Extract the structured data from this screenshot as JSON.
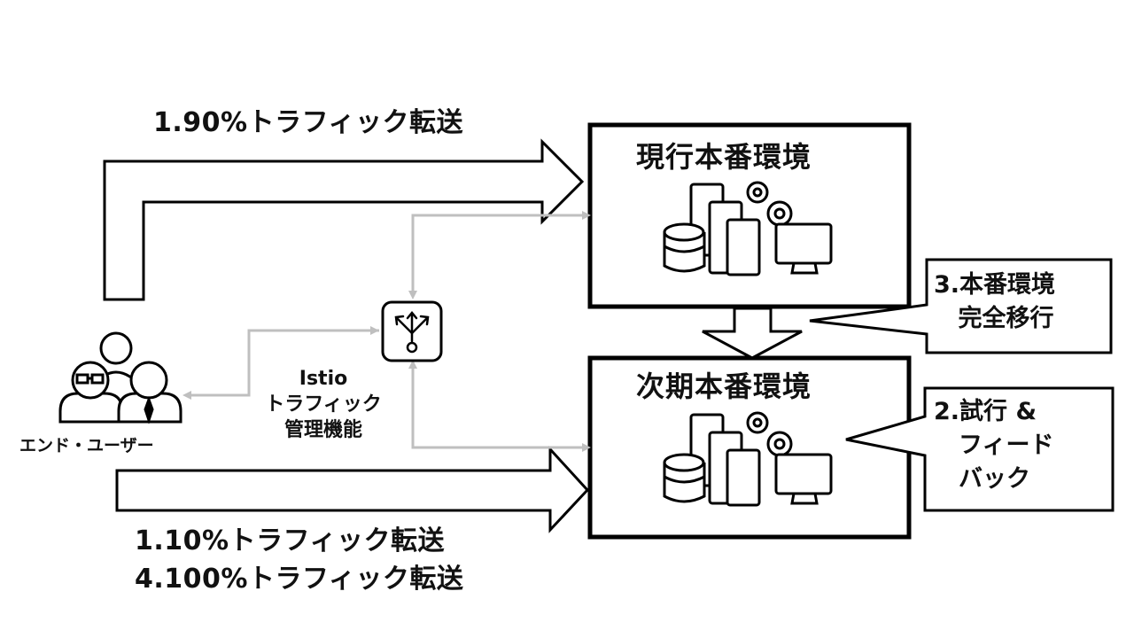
{
  "diagram": {
    "arrow_top_label": "1.90%トラフィック転送",
    "arrow_bottom_label_1": "1.10%トラフィック転送",
    "arrow_bottom_label_2": "4.100%トラフィック転送",
    "current_env_title": "現行本番環境",
    "next_env_title": "次期本番環境",
    "callout_migrate": [
      "3.本番環境",
      "完全移行"
    ],
    "callout_trial": [
      "2.試行 &",
      "フィード",
      "バック"
    ],
    "istio_label": [
      "Istio",
      "トラフィック",
      "管理機能"
    ],
    "user_label": "エンド・ユーザー"
  },
  "colors": {
    "stroke": "#000000",
    "connector": "#bfbfbf",
    "background": "#ffffff"
  },
  "icons": [
    "users-icon",
    "server-cluster-icon",
    "router-icon"
  ]
}
